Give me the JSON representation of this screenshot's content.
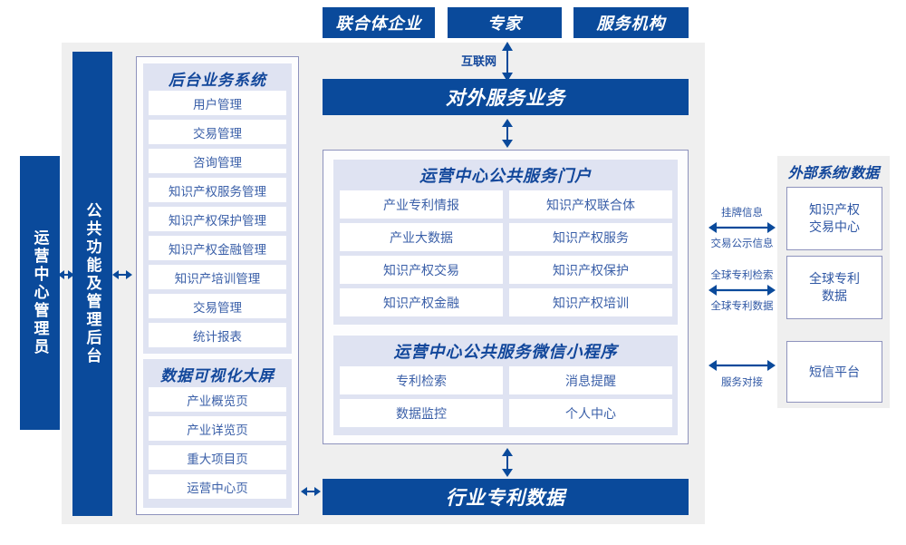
{
  "top_actors": [
    {
      "label": "联合体企业"
    },
    {
      "label": "专家"
    },
    {
      "label": "服务机构"
    }
  ],
  "internet_label": "互联网",
  "external_service_bar": "对外服务业务",
  "left_roles": [
    {
      "label": "运营中心管理员"
    },
    {
      "label": "公共功能及管理后台"
    }
  ],
  "backend_system": {
    "title": "后台业务系统",
    "items": [
      {
        "label": "用户管理"
      },
      {
        "label": "交易管理"
      },
      {
        "label": "咨询管理"
      },
      {
        "label": "知识产权服务管理"
      },
      {
        "label": "知识产权保护管理"
      },
      {
        "label": "知识产权金融管理"
      },
      {
        "label": "知识产培训管理"
      },
      {
        "label": "交易管理"
      },
      {
        "label": "统计报表"
      }
    ]
  },
  "dataviz_screen": {
    "title": "数据可视化大屏",
    "items": [
      {
        "label": "产业概览页"
      },
      {
        "label": "产业详览页"
      },
      {
        "label": "重大项目页"
      },
      {
        "label": "运营中心页"
      }
    ]
  },
  "public_portal": {
    "title": "运营中心公共服务门户",
    "items": [
      {
        "label": "产业专利情报"
      },
      {
        "label": "知识产权联合体"
      },
      {
        "label": "产业大数据"
      },
      {
        "label": "知识产权服务"
      },
      {
        "label": "知识产权交易"
      },
      {
        "label": "知识产权保护"
      },
      {
        "label": "知识产权金融"
      },
      {
        "label": "知识产权培训"
      }
    ]
  },
  "wechat_miniapp": {
    "title": "运营中心公共服务微信小程序",
    "items": [
      {
        "label": "专利检索"
      },
      {
        "label": "消息提醒"
      },
      {
        "label": "数据监控"
      },
      {
        "label": "个人中心"
      }
    ]
  },
  "industry_patent_data": "行业专利数据",
  "external_systems": {
    "title": "外部系统/数据",
    "boxes": [
      {
        "label": "知识产权\n交易中心",
        "line1": "知识产权",
        "line2": "交易中心"
      },
      {
        "label": "全球专利\n数据",
        "line1": "全球专利",
        "line2": "数据"
      },
      {
        "label": "短信平台",
        "line1": "短信平台",
        "line2": ""
      }
    ],
    "connector_labels": [
      {
        "above": "挂牌信息",
        "below": "交易公示信息"
      },
      {
        "above": "全球专利检索",
        "below": "全球专利数据"
      },
      {
        "above": "",
        "below": "服务对接"
      }
    ]
  },
  "colors": {
    "brand_blue": "#0a4a9b",
    "panel_grey": "#efefef",
    "group_light": "#dfe3f2",
    "cell_text": "#3a5fa8",
    "border_purple": "#8e93bd"
  }
}
